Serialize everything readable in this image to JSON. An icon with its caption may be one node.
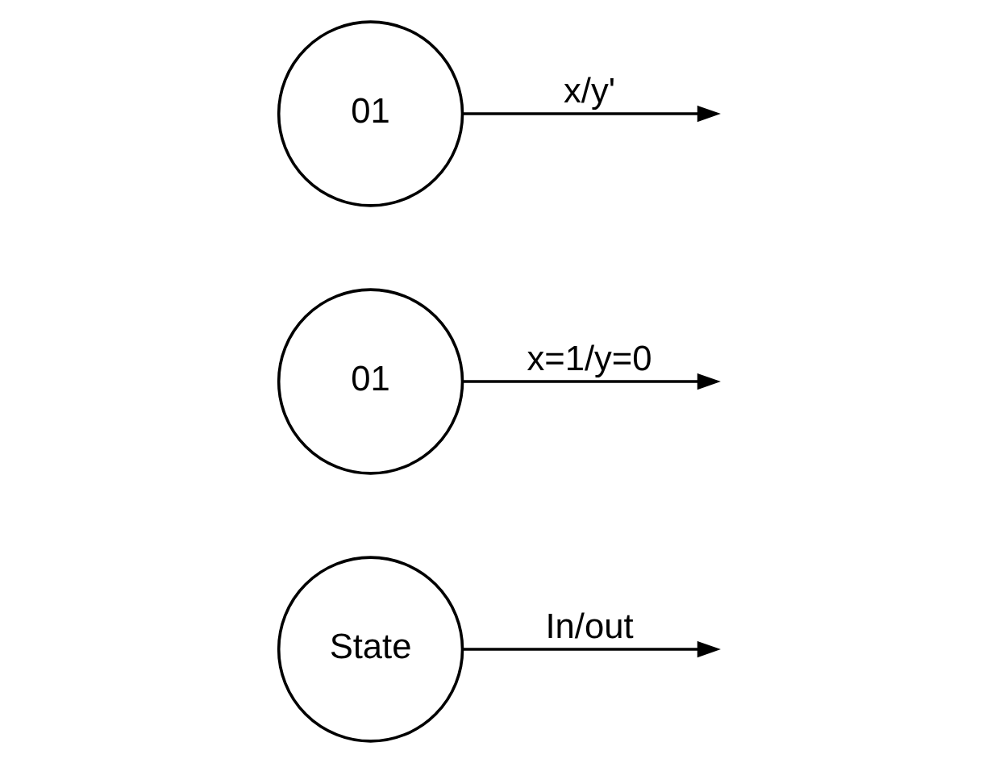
{
  "diagram": {
    "nodes": [
      {
        "text": [
          "State"
        ]
      },
      {
        "text": [
          "01"
        ]
      },
      {
        "text": [
          "01"
        ]
      }
    ],
    "edges": [
      {
        "from": 0,
        "to": null,
        "arrow": "to",
        "label": "In/out"
      },
      {
        "from": 1,
        "to": null,
        "arrow": "to",
        "label": "x=1/y=0"
      },
      {
        "from": 2,
        "to": null,
        "arrow": "to",
        "label": "x/y'"
      }
    ]
  }
}
